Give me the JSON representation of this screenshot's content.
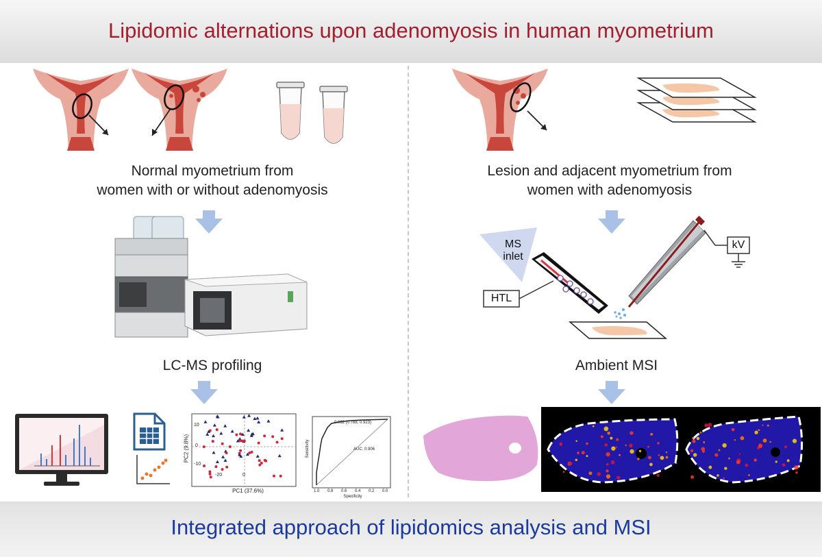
{
  "header": {
    "title": "Lipidomic alternations upon adenomyosis in human myometrium"
  },
  "left": {
    "caption_line1": "Normal myometrium from",
    "caption_line2": "women with or without adenomyosis",
    "method_label": "LC-MS profiling",
    "pca": {
      "x_label": "PC1 (37.6%)",
      "y_label": "PC2 (9.8%)",
      "ticks_y": [
        "10",
        "0",
        "-10"
      ],
      "ticks_x": [
        "-20",
        "0"
      ]
    },
    "roc": {
      "point_label": "0.092 (0.788, 0.923)",
      "auc_label": "AUC: 0.906",
      "x_label": "Specificity",
      "y_label": "Sensitivity",
      "ticks_x": [
        "1.0",
        "0.8",
        "0.6",
        "0.4",
        "0.2",
        "0.0"
      ]
    }
  },
  "right": {
    "caption_line1": "Lesion and adjacent myometrium from",
    "caption_line2": "women with adenomyosis",
    "method_label": "Ambient MSI",
    "ms_inlet_line1": "MS",
    "ms_inlet_line2": "inlet",
    "htl_label": "HTL",
    "kv_label": "kV"
  },
  "footer": {
    "title": "Integrated approach of lipidomics analysis and MSI"
  },
  "colors": {
    "title_red": "#a51e2d",
    "title_blue": "#1a3aa0",
    "arrow_blue": "#a9c1e6",
    "uterus_outer": "#e9a99c",
    "uterus_inner": "#c9463d"
  }
}
